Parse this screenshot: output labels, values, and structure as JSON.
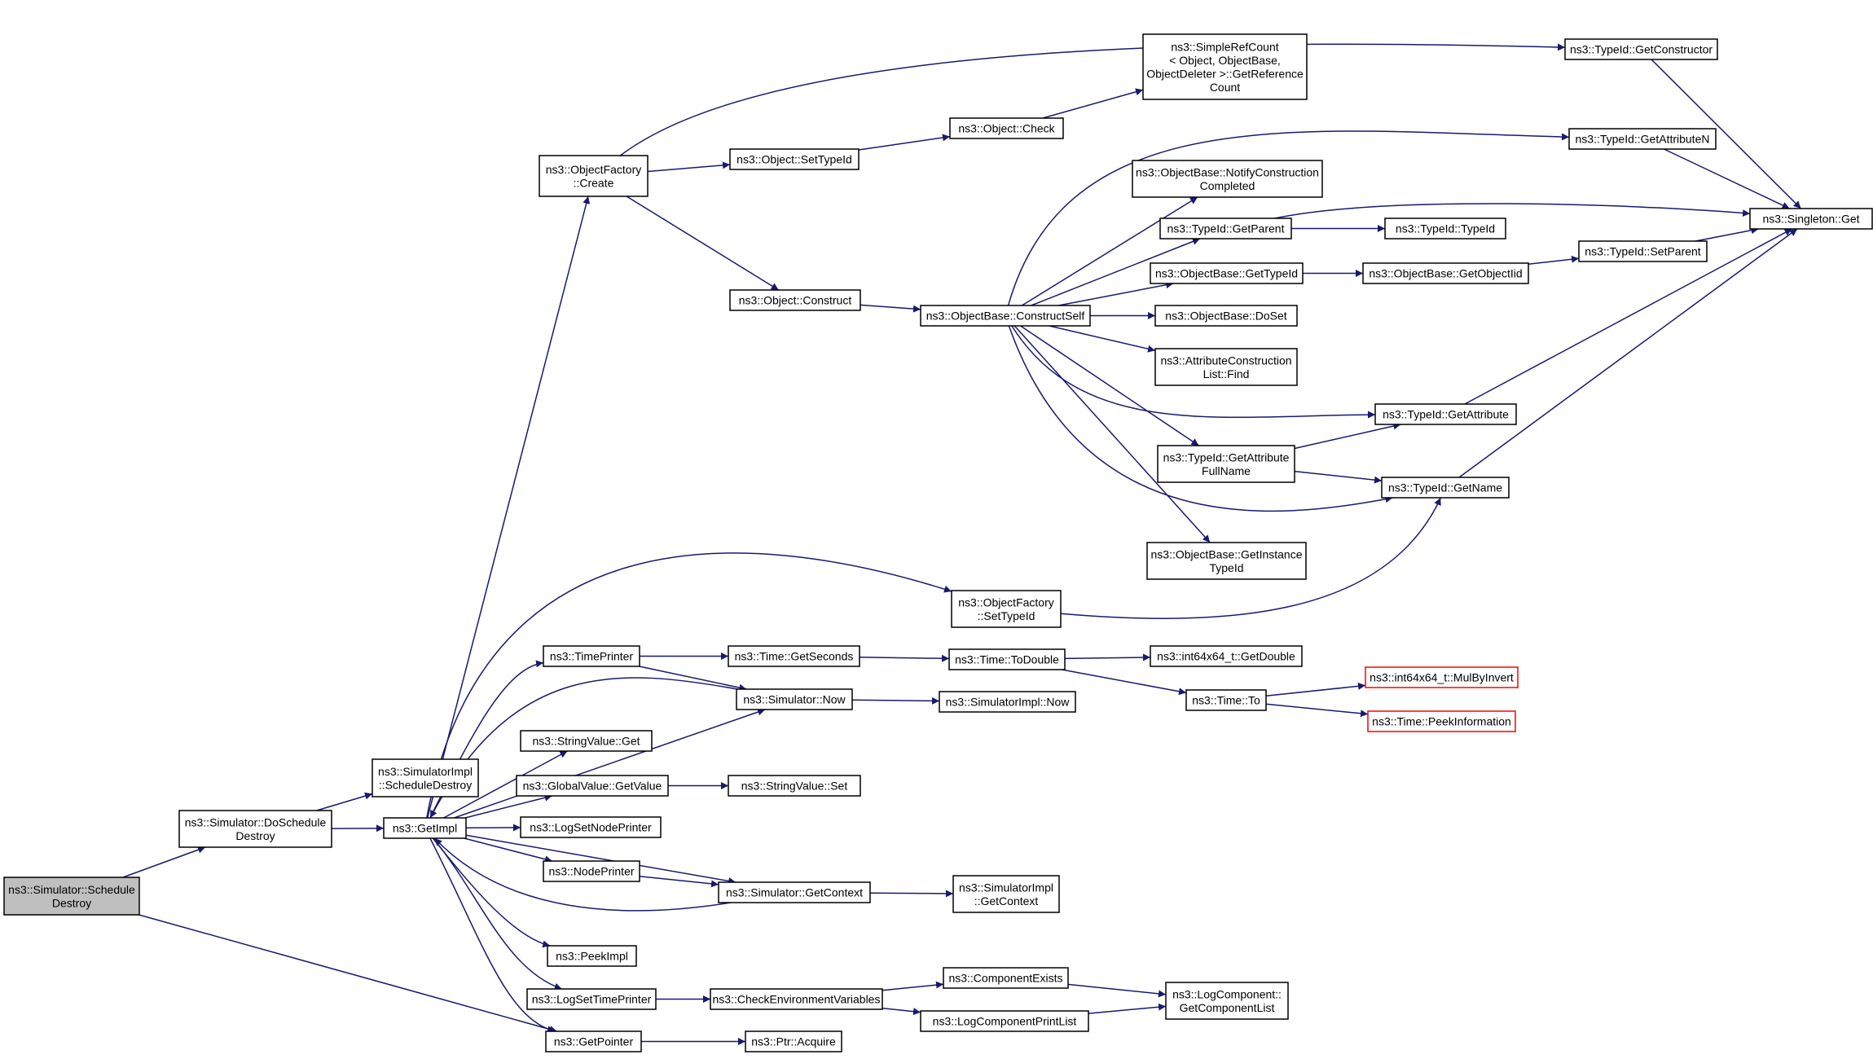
{
  "colors": {
    "edge": "#191970",
    "node_border": "#000000",
    "node_fill": "#ffffff",
    "root_fill": "#bfbfbf",
    "truncated_border": "#ff0000"
  },
  "nodes": [
    {
      "id": "schedule_destroy",
      "lines": [
        "ns3::Simulator::Schedule",
        "Destroy"
      ],
      "style": "root"
    },
    {
      "id": "do_schedule_destroy",
      "lines": [
        "ns3::Simulator::DoSchedule",
        "Destroy"
      ]
    },
    {
      "id": "simimpl_schedule_destroy",
      "lines": [
        "ns3::SimulatorImpl",
        "::ScheduleDestroy"
      ]
    },
    {
      "id": "get_impl",
      "lines": [
        "ns3::GetImpl"
      ]
    },
    {
      "id": "get_pointer",
      "lines": [
        "ns3::GetPointer"
      ]
    },
    {
      "id": "ptr_acquire",
      "lines": [
        "ns3::Ptr::Acquire"
      ]
    },
    {
      "id": "of_create",
      "lines": [
        "ns3::ObjectFactory",
        "::Create"
      ]
    },
    {
      "id": "obj_settypeid",
      "lines": [
        "ns3::Object::SetTypeId"
      ]
    },
    {
      "id": "obj_check",
      "lines": [
        "ns3::Object::Check"
      ]
    },
    {
      "id": "refcount",
      "lines": [
        "ns3::SimpleRefCount",
        "< Object, ObjectBase,",
        "ObjectDeleter >::GetReference",
        "Count"
      ]
    },
    {
      "id": "obj_construct",
      "lines": [
        "ns3::Object::Construct"
      ]
    },
    {
      "id": "ob_constructself",
      "lines": [
        "ns3::ObjectBase::ConstructSelf"
      ]
    },
    {
      "id": "ob_notify",
      "lines": [
        "ns3::ObjectBase::NotifyConstruction",
        "Completed"
      ]
    },
    {
      "id": "tid_getparent",
      "lines": [
        "ns3::TypeId::GetParent"
      ]
    },
    {
      "id": "tid_typeid",
      "lines": [
        "ns3::TypeId::TypeId"
      ]
    },
    {
      "id": "ob_gettypeid",
      "lines": [
        "ns3::ObjectBase::GetTypeId"
      ]
    },
    {
      "id": "ob_getobjectiid",
      "lines": [
        "ns3::ObjectBase::GetObjectIid"
      ]
    },
    {
      "id": "tid_setparent",
      "lines": [
        "ns3::TypeId::SetParent"
      ]
    },
    {
      "id": "ob_doset",
      "lines": [
        "ns3::ObjectBase::DoSet"
      ]
    },
    {
      "id": "acl_find",
      "lines": [
        "ns3::AttributeConstruction",
        "List::Find"
      ]
    },
    {
      "id": "tid_getattribute",
      "lines": [
        "ns3::TypeId::GetAttribute"
      ]
    },
    {
      "id": "tid_getattrfullname",
      "lines": [
        "ns3::TypeId::GetAttribute",
        "FullName"
      ]
    },
    {
      "id": "tid_getname",
      "lines": [
        "ns3::TypeId::GetName"
      ]
    },
    {
      "id": "ob_getinstancetypeid",
      "lines": [
        "ns3::ObjectBase::GetInstance",
        "TypeId"
      ]
    },
    {
      "id": "tid_getconstructor",
      "lines": [
        "ns3::TypeId::GetConstructor"
      ]
    },
    {
      "id": "tid_getattributen",
      "lines": [
        "ns3::TypeId::GetAttributeN"
      ]
    },
    {
      "id": "singleton_get",
      "lines": [
        "ns3::Singleton::Get"
      ]
    },
    {
      "id": "of_settypeid",
      "lines": [
        "ns3::ObjectFactory",
        "::SetTypeId"
      ]
    },
    {
      "id": "time_printer",
      "lines": [
        "ns3::TimePrinter"
      ]
    },
    {
      "id": "time_getseconds",
      "lines": [
        "ns3::Time::GetSeconds"
      ]
    },
    {
      "id": "time_todouble",
      "lines": [
        "ns3::Time::ToDouble"
      ]
    },
    {
      "id": "int64_getdouble",
      "lines": [
        "ns3::int64x64_t::GetDouble"
      ]
    },
    {
      "id": "time_to",
      "lines": [
        "ns3::Time::To"
      ]
    },
    {
      "id": "int64_mulbyinvert",
      "lines": [
        "ns3::int64x64_t::MulByInvert"
      ],
      "style": "truncated"
    },
    {
      "id": "time_peekinfo",
      "lines": [
        "ns3::Time::PeekInformation"
      ],
      "style": "truncated"
    },
    {
      "id": "sim_now",
      "lines": [
        "ns3::Simulator::Now"
      ]
    },
    {
      "id": "simimpl_now",
      "lines": [
        "ns3::SimulatorImpl::Now"
      ]
    },
    {
      "id": "stringvalue_get",
      "lines": [
        "ns3::StringValue::Get"
      ]
    },
    {
      "id": "globalvalue_getvalue",
      "lines": [
        "ns3::GlobalValue::GetValue"
      ]
    },
    {
      "id": "stringvalue_set",
      "lines": [
        "ns3::StringValue::Set"
      ]
    },
    {
      "id": "logsetnodeprinter",
      "lines": [
        "ns3::LogSetNodePrinter"
      ]
    },
    {
      "id": "node_printer",
      "lines": [
        "ns3::NodePrinter"
      ]
    },
    {
      "id": "sim_getcontext",
      "lines": [
        "ns3::Simulator::GetContext"
      ]
    },
    {
      "id": "simimpl_getcontext",
      "lines": [
        "ns3::SimulatorImpl",
        "::GetContext"
      ]
    },
    {
      "id": "peek_impl",
      "lines": [
        "ns3::PeekImpl"
      ]
    },
    {
      "id": "logsettimeprinter",
      "lines": [
        "ns3::LogSetTimePrinter"
      ]
    },
    {
      "id": "check_env",
      "lines": [
        "ns3::CheckEnvironmentVariables"
      ]
    },
    {
      "id": "component_exists",
      "lines": [
        "ns3::ComponentExists"
      ]
    },
    {
      "id": "logcomp_printlist",
      "lines": [
        "ns3::LogComponentPrintList"
      ]
    },
    {
      "id": "logcomp_getlist",
      "lines": [
        "ns3::LogComponent::",
        "GetComponentList"
      ]
    }
  ],
  "edges": [
    [
      "schedule_destroy",
      "do_schedule_destroy"
    ],
    [
      "schedule_destroy",
      "get_pointer"
    ],
    [
      "do_schedule_destroy",
      "simimpl_schedule_destroy"
    ],
    [
      "do_schedule_destroy",
      "get_impl"
    ],
    [
      "get_impl",
      "of_create"
    ],
    [
      "get_impl",
      "of_settypeid"
    ],
    [
      "get_impl",
      "time_printer"
    ],
    [
      "get_impl",
      "sim_now"
    ],
    [
      "get_impl",
      "stringvalue_get"
    ],
    [
      "get_impl",
      "globalvalue_getvalue"
    ],
    [
      "get_impl",
      "logsetnodeprinter"
    ],
    [
      "get_impl",
      "node_printer"
    ],
    [
      "get_impl",
      "sim_getcontext"
    ],
    [
      "get_impl",
      "peek_impl"
    ],
    [
      "get_impl",
      "logsettimeprinter"
    ],
    [
      "get_impl",
      "get_pointer"
    ],
    [
      "sim_getcontext",
      "get_impl"
    ],
    [
      "sim_now",
      "get_impl"
    ],
    [
      "of_create",
      "tid_getconstructor"
    ],
    [
      "of_create",
      "obj_settypeid"
    ],
    [
      "of_create",
      "obj_construct"
    ],
    [
      "obj_settypeid",
      "obj_check"
    ],
    [
      "obj_check",
      "refcount"
    ],
    [
      "obj_construct",
      "ob_constructself"
    ],
    [
      "ob_constructself",
      "tid_getattributen"
    ],
    [
      "ob_constructself",
      "ob_notify"
    ],
    [
      "ob_constructself",
      "tid_getparent"
    ],
    [
      "ob_constructself",
      "ob_gettypeid"
    ],
    [
      "ob_constructself",
      "ob_doset"
    ],
    [
      "ob_constructself",
      "acl_find"
    ],
    [
      "ob_constructself",
      "tid_getattribute"
    ],
    [
      "ob_constructself",
      "tid_getattrfullname"
    ],
    [
      "ob_constructself",
      "tid_getname"
    ],
    [
      "ob_constructself",
      "ob_getinstancetypeid"
    ],
    [
      "tid_getparent",
      "singleton_get"
    ],
    [
      "tid_getparent",
      "tid_typeid"
    ],
    [
      "ob_gettypeid",
      "ob_getobjectiid"
    ],
    [
      "ob_getobjectiid",
      "tid_setparent"
    ],
    [
      "tid_setparent",
      "singleton_get"
    ],
    [
      "tid_getattrfullname",
      "tid_getattribute"
    ],
    [
      "tid_getattrfullname",
      "tid_getname"
    ],
    [
      "tid_getattribute",
      "singleton_get"
    ],
    [
      "tid_getname",
      "singleton_get"
    ],
    [
      "tid_getconstructor",
      "singleton_get"
    ],
    [
      "tid_getattributen",
      "singleton_get"
    ],
    [
      "of_settypeid",
      "tid_getname"
    ],
    [
      "time_printer",
      "time_getseconds"
    ],
    [
      "time_printer",
      "sim_now"
    ],
    [
      "time_getseconds",
      "time_todouble"
    ],
    [
      "time_todouble",
      "int64_getdouble"
    ],
    [
      "time_todouble",
      "time_to"
    ],
    [
      "time_to",
      "int64_mulbyinvert"
    ],
    [
      "time_to",
      "time_peekinfo"
    ],
    [
      "sim_now",
      "simimpl_now"
    ],
    [
      "globalvalue_getvalue",
      "stringvalue_set"
    ],
    [
      "node_printer",
      "sim_getcontext"
    ],
    [
      "sim_getcontext",
      "simimpl_getcontext"
    ],
    [
      "logsettimeprinter",
      "check_env"
    ],
    [
      "check_env",
      "component_exists"
    ],
    [
      "check_env",
      "logcomp_printlist"
    ],
    [
      "component_exists",
      "logcomp_getlist"
    ],
    [
      "logcomp_printlist",
      "logcomp_getlist"
    ],
    [
      "get_pointer",
      "ptr_acquire"
    ]
  ]
}
